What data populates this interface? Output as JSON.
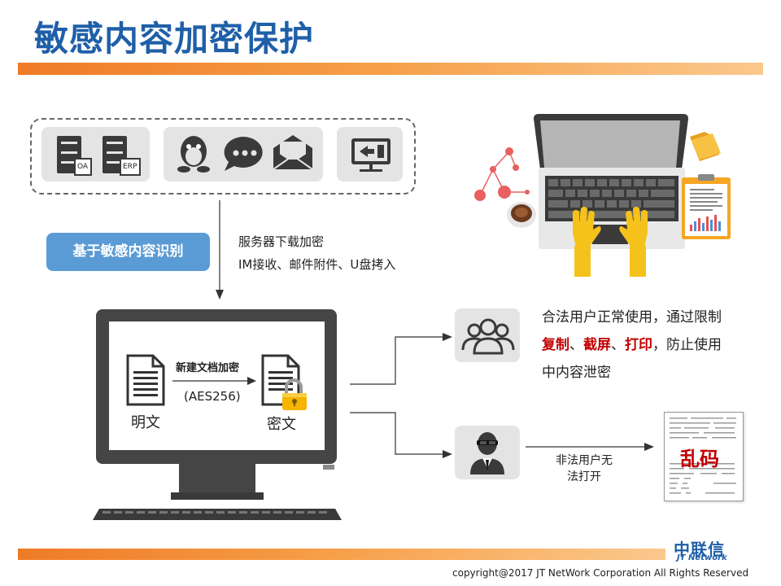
{
  "title": "敏感内容加密保护",
  "source_icons": {
    "oa_label": "OA",
    "erp_label": "ERP"
  },
  "identify_label": "基于敏感内容识别",
  "download_note": "服务器下载加密",
  "channel_note": "IM接收、邮件附件、U盘拷入",
  "encrypt": {
    "action_label": "新建文档加密",
    "algorithm": "(AES256)",
    "plain_label": "明文",
    "cipher_label": "密文"
  },
  "legal_user": {
    "line1": "合法用户正常使用，通过限制",
    "restrict_copy": "复制",
    "sep1": "、",
    "restrict_screen": "截屏",
    "sep2": "、",
    "restrict_print": "打印",
    "line2_tail": "，防止使用",
    "line3": "中内容泄密"
  },
  "illegal_user": {
    "line1": "非法用户无",
    "line2": "法打开"
  },
  "garbled_label": "乱码",
  "logo": {
    "cn": "中联信",
    "en": "JT Network"
  },
  "copyright": "copyright@2017  JT NetWork Corporation All Rights Reserved",
  "colors": {
    "title": "#1f5fa8",
    "accent_orange": "#f07b26",
    "pill_blue": "#5b9bd5",
    "warning_red": "#c00000"
  }
}
